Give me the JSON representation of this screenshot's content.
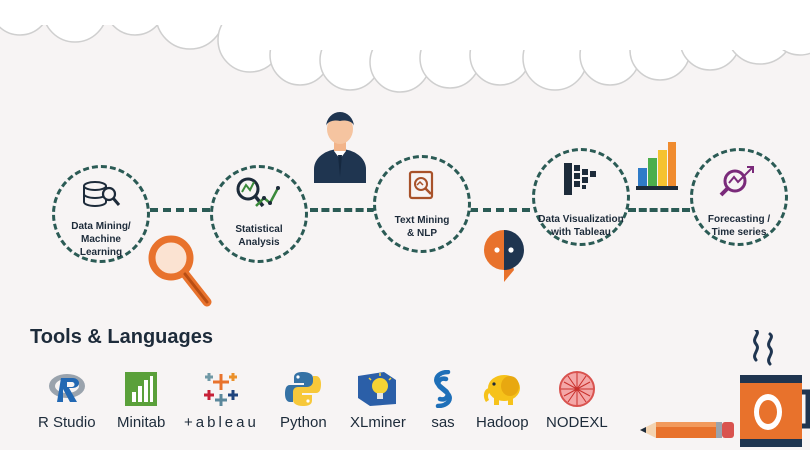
{
  "stages": [
    {
      "id": "data-mining",
      "label_lines": [
        "Data Mining/",
        "Machine",
        "Learning"
      ],
      "icon": "database-search-icon"
    },
    {
      "id": "statistical",
      "label_lines": [
        "Statistical",
        "Analysis"
      ],
      "icon": "magnifier-chart-icon"
    },
    {
      "id": "text-mining",
      "label_lines": [
        "Text Mining",
        "& NLP"
      ],
      "icon": "document-search-icon"
    },
    {
      "id": "data-viz",
      "label_lines": [
        "Data Visualization",
        "with Tableau"
      ],
      "icon": "tableau-mosaic-icon"
    },
    {
      "id": "forecasting",
      "label_lines": [
        "Forecasting /",
        "Time series"
      ],
      "icon": "trend-magnifier-icon"
    }
  ],
  "tools_heading": "Tools & Languages",
  "tools": [
    {
      "label": "R Studio",
      "icon": "r-logo-icon"
    },
    {
      "label": "Minitab",
      "icon": "minitab-logo-icon"
    },
    {
      "label": "+ableau",
      "icon": "tableau-cross-icon"
    },
    {
      "label": "Python",
      "icon": "python-logo-icon"
    },
    {
      "label": "XLminer",
      "icon": "xlminer-logo-icon"
    },
    {
      "label": "sas",
      "icon": "sas-logo-icon"
    },
    {
      "label": "Hadoop",
      "icon": "hadoop-elephant-icon"
    },
    {
      "label": "NODEXL",
      "icon": "nodexl-logo-icon"
    }
  ],
  "colors": {
    "connector": "#2b5b55",
    "accent_orange": "#e8722c",
    "navy": "#1d2b3a"
  }
}
